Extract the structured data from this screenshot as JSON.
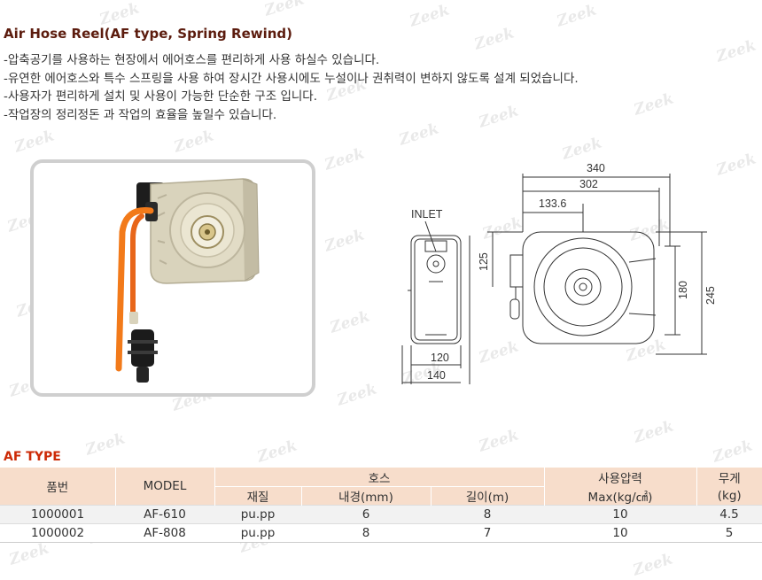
{
  "watermark": "Zeek",
  "title": "Air Hose Reel(AF type, Spring Rewind)",
  "description": [
    "-압축공기를 사용하는 현장에서 에어호스를 편리하게 사용 하실수 있습니다.",
    "-유연한 에어호스와 특수 스프링을 사용 하여 장시간 사용시에도 누설이나 권취력이 변하지 않도록 설계 되었습니다.",
    "-사용자가 편리하게 설치 및 사용이 가능한 단순한 구조 입니다.",
    "-작업장의 정리정돈 과 작업의 효율을 높일수 있습니다."
  ],
  "drawing": {
    "inlet": "INLET",
    "dims": {
      "w340": "340",
      "w302": "302",
      "w133": "133.6",
      "h125": "125",
      "h180": "180",
      "h245": "245",
      "d120": "120",
      "d140": "140"
    }
  },
  "type_label": "AF TYPE",
  "table": {
    "headers": {
      "part_no": "품번",
      "model": "MODEL",
      "hose": "호스",
      "pressure": "사용압력",
      "weight": "무게",
      "material": "재질",
      "inner_diameter": "내경(mm)",
      "length": "길이(m)",
      "pressure_unit": "Max(kg/㎠)",
      "weight_unit": "(kg)"
    },
    "rows": [
      {
        "part_no": "1000001",
        "model": "AF-610",
        "material": "pu.pp",
        "inner_diameter": "6",
        "length": "8",
        "pressure": "10",
        "weight": "4.5"
      },
      {
        "part_no": "1000002",
        "model": "AF-808",
        "material": "pu.pp",
        "inner_diameter": "8",
        "length": "7",
        "pressure": "10",
        "weight": "5"
      }
    ]
  },
  "colors": {
    "title": "#5c1c0e",
    "type_label": "#cc2a06",
    "header_bg": "#f7ddcb",
    "row_alt_bg": "#f2f2f2",
    "hose_orange": "#f27a1a"
  }
}
